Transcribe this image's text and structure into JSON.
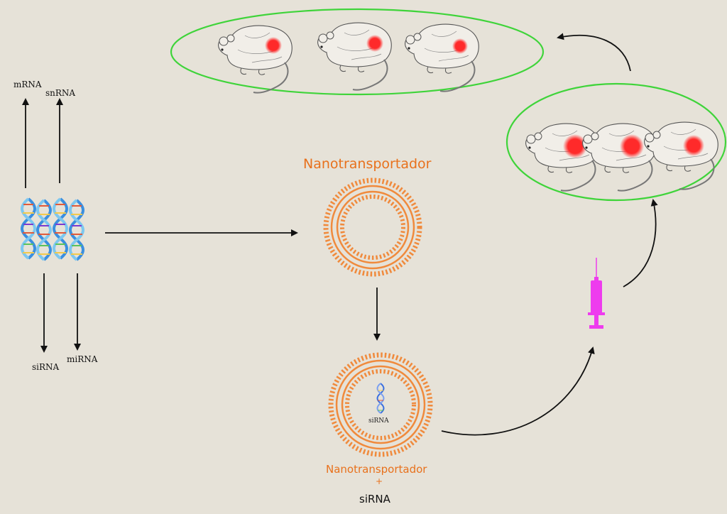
{
  "labels": {
    "mrna": "mRNA",
    "snrna": "snRNA",
    "sirna": "siRNA",
    "mirna": "miRNA"
  },
  "nanotransporter": {
    "title": "Nanotransportador",
    "loaded_title": "Nanotransportador",
    "plus": "+",
    "loaded_cargo": "siRNA",
    "inner_label": "siRNA"
  },
  "colors": {
    "background": "#e6e2d8",
    "nanotransporter": "#f08a3c",
    "title": "#e8711c",
    "syringe": "#ee3cee",
    "group_outline": "#3fd43a",
    "tumor": "#ff2a2a",
    "arrow": "#111111"
  },
  "icons": {
    "rna_strands": "dna-helix-icon",
    "nanocarrier": "liposome-icon",
    "syringe": "syringe-icon",
    "mouse": "mouse-icon"
  },
  "groups": {
    "treated_after": {
      "mice": 3,
      "tumor_level": "small"
    },
    "before_treatment": {
      "mice": 3,
      "tumor_level": "large"
    }
  }
}
